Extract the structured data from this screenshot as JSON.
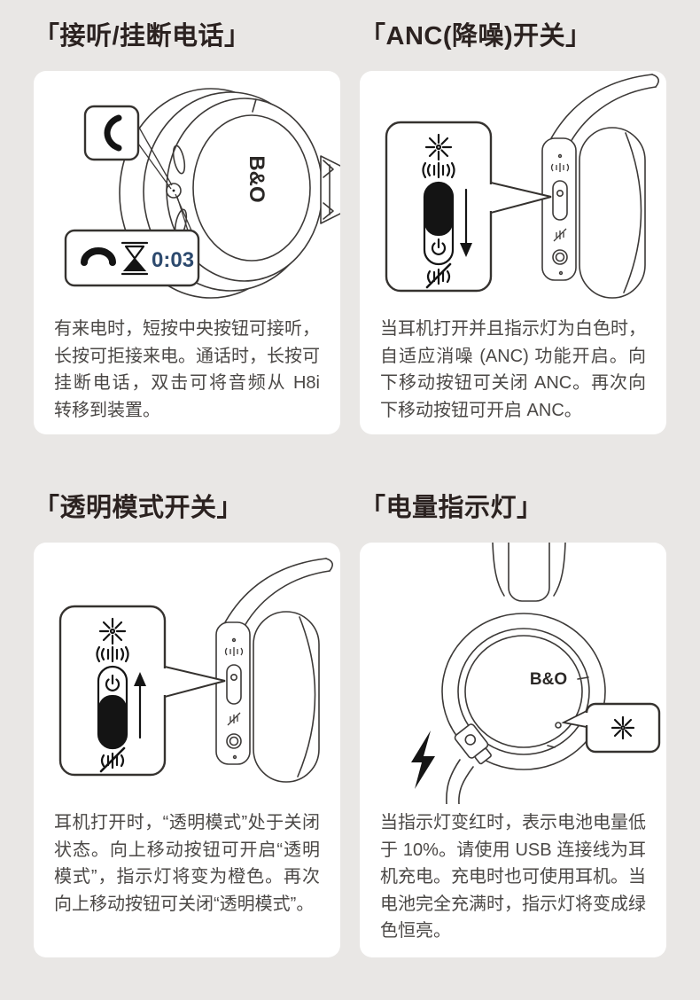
{
  "theme": {
    "page_bg": "#e9e7e5",
    "card_bg": "#ffffff",
    "title_color": "#2b2220",
    "body_color": "#4b4846",
    "line_art_color": "#3d3a38",
    "timer_text_color": "#2d4a6e",
    "slider_fill_color": "#1a1a1a"
  },
  "diagrams": {
    "brand_logo": "B&O",
    "call_timer": "0:03"
  },
  "icons": {
    "answer_call": "phone-receiver",
    "hang_up": "phone-hangup-handset",
    "long_press_timer": "hourglass",
    "transparency_indicator": "starburst",
    "anc_on": "sound-wave-fan",
    "anc_off": "sound-wave-fan-crossed",
    "power": "power-symbol",
    "move_down": "arrow-down",
    "move_up": "arrow-up",
    "charging": "lightning-bolt",
    "battery_indicator": "starburst"
  },
  "sections": [
    {
      "id": "answer-hangup-call",
      "title": "「接听/挂断电话」",
      "body": "有来电时，短按中央按钮可接听，长按可拒接来电。通话时，长按可挂断电话，双击可将音频从 H8i 转移到装置。"
    },
    {
      "id": "anc-switch",
      "title": "「ANC(降噪)开关」",
      "body": "当耳机打开并且指示灯为白色时，自适应消噪 (ANC) 功能开启。向下移动按钮可关闭 ANC。再次向下移动按钮可开启 ANC。"
    },
    {
      "id": "transparency-switch",
      "title": "「透明模式开关」",
      "body": "耳机打开时，“透明模式”处于关闭状态。向上移动按钮可开启“透明模式”，指示灯将变为橙色。再次向上移动按钮可关闭“透明模式”。"
    },
    {
      "id": "battery-indicator",
      "title": "「电量指示灯」",
      "body": "当指示灯变红时，表示电池电量低于 10%。请使用 USB 连接线为耳机充电。充电时也可使用耳机。当电池完全充满时，指示灯将变成绿色恒亮。"
    }
  ]
}
